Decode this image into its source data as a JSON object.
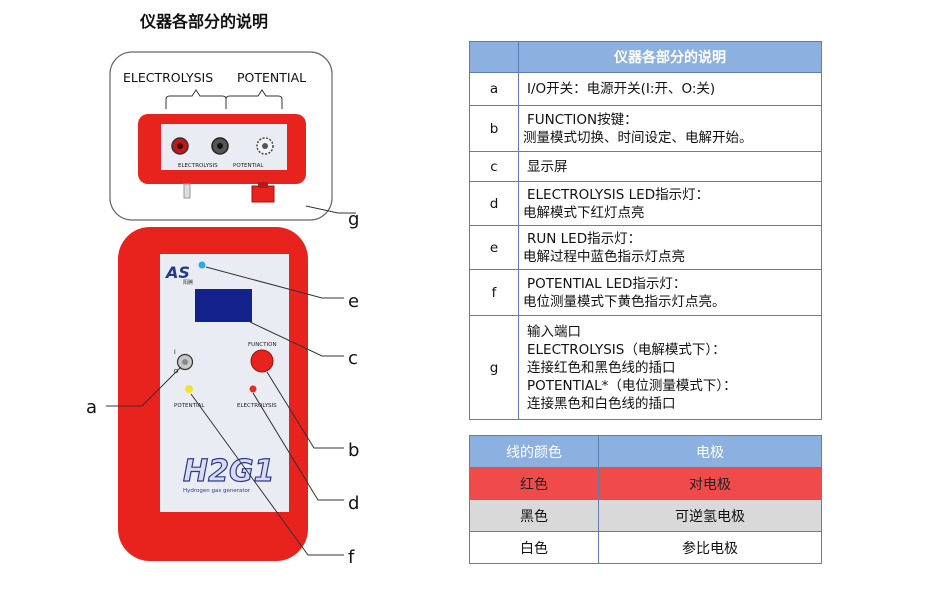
{
  "page_title": "仪器各部分的说明",
  "device": {
    "top_labels": {
      "electrolysis": "ELECTROLYSIS",
      "potential": "POTENTIAL"
    },
    "panel_small_labels": {
      "electrolysis": "ELECTROLYSIS",
      "potential": "POTENTIAL"
    },
    "logo": "AS",
    "logo_sub": "阳腾",
    "function_label": "FUNCTION",
    "switch_mark": "I",
    "led_label_potential": "POTENTIAL",
    "led_label_electrolysis": "ELECTROLYSIS",
    "brand": "H2G1",
    "brand_sub": "Hydrogen gas generator",
    "callouts": [
      "a",
      "b",
      "c",
      "d",
      "e",
      "f",
      "g"
    ],
    "colors": {
      "case_red": "#e8231e",
      "panel_gray": "#e9ecf2",
      "display_blue": "#14238c",
      "led_blue": "#2aa8e8",
      "led_yellow": "#f5e02a",
      "led_red": "#e82a2a"
    }
  },
  "parts_table": {
    "header": "仪器各部分的说明",
    "rows": [
      {
        "letter": "a",
        "lines": [
          "I/O开关：电源开关(I:开、O:关)"
        ]
      },
      {
        "letter": "b",
        "lines": [
          "FUNCTION按键：",
          "测量模式切换、时间设定、电解开始。"
        ]
      },
      {
        "letter": "c",
        "lines": [
          "显示屏"
        ]
      },
      {
        "letter": "d",
        "lines": [
          "ELECTROLYSIS LED指示灯：",
          "电解模式下红灯点亮"
        ]
      },
      {
        "letter": "e",
        "lines": [
          "RUN LED指示灯：",
          "电解过程中蓝色指示灯点亮"
        ]
      },
      {
        "letter": "f",
        "lines": [
          "POTENTIAL LED指示灯：",
          "电位测量模式下黄色指示灯点亮。"
        ]
      },
      {
        "letter": "g",
        "lines": [
          "输入端口",
          "ELECTROLYSIS（电解模式下）：",
          "连接红色和黑色线的插口",
          "POTENTIAL*（电位测量模式下）：",
          "连接黑色和白色线的插口"
        ]
      }
    ]
  },
  "wire_table": {
    "headers": [
      "线的颜色",
      "电极"
    ],
    "rows": [
      {
        "color": "红色",
        "electrode": "对电极"
      },
      {
        "color": "黑色",
        "electrode": "可逆氢电极"
      },
      {
        "color": "白色",
        "electrode": "参比电极"
      }
    ]
  }
}
